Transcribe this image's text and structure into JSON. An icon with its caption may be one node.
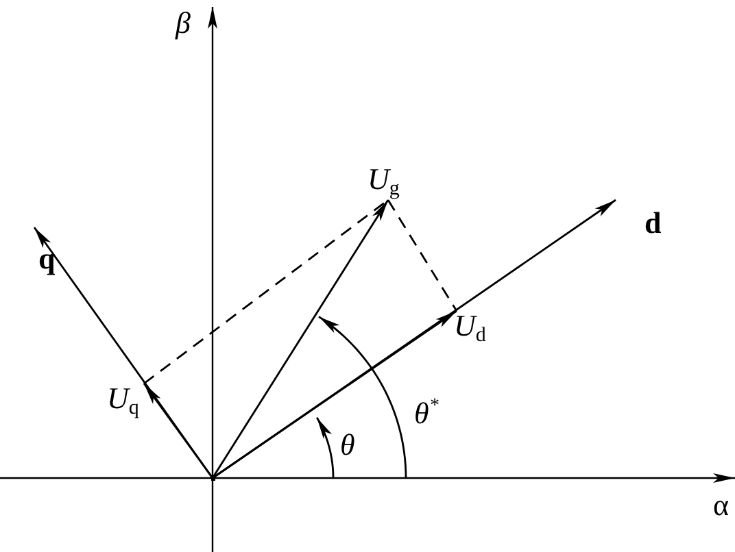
{
  "diagram": {
    "nodes": [
      {
        "text": [],
        "shape": "point"
      },
      {
        "text": [
          "*U*$_{g}$"
        ]
      },
      {
        "text": [
          "*U*$_{d}$"
        ]
      },
      {
        "text": [
          "*U*$_{q}$"
        ]
      }
    ],
    "edges": [
      {
        "from": 0,
        "to": 1,
        "arrow": "to"
      },
      {
        "from": 0,
        "to": 2,
        "arrow": "to"
      },
      {
        "from": 0,
        "to": 3,
        "arrow": "to"
      },
      {
        "from": 1,
        "to": 2,
        "arrow": "none",
        "style": "dashed"
      },
      {
        "from": 3,
        "to": 1,
        "arrow": "none",
        "style": "dashed"
      }
    ],
    "labels": [
      "β",
      "q",
      "d",
      "θ",
      "θ$^{*}$",
      "α"
    ]
  }
}
